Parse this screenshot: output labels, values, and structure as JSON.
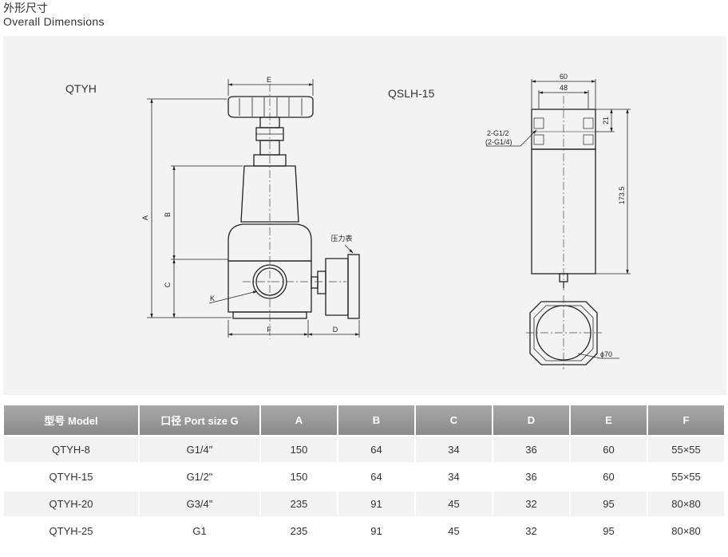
{
  "header": {
    "title_cn": "外形尺寸",
    "title_en": "Overall Dimensions"
  },
  "drawing": {
    "left_model": "QTYH",
    "right_model": "QSLH-15",
    "left_dims": {
      "A": "A",
      "B": "B",
      "C": "C",
      "D": "D",
      "E": "E",
      "F": "F",
      "K": "K",
      "gauge": "压力表"
    },
    "right_dims": {
      "width_outer": "60",
      "width_inner": "48",
      "top_height": "21",
      "height": "173.5",
      "port_line1": "2-G1/2",
      "port_line2": "(2-G1/4)",
      "diameter": "ϕ70"
    }
  },
  "table": {
    "headers": [
      "型号 Model",
      "口径 Port size G",
      "A",
      "B",
      "C",
      "D",
      "E",
      "F"
    ],
    "rows": [
      [
        "QTYH-8",
        "G1/4\"",
        "150",
        "64",
        "34",
        "36",
        "60",
        "55×55"
      ],
      [
        "QTYH-15",
        "G1/2\"",
        "150",
        "64",
        "34",
        "36",
        "60",
        "55×55"
      ],
      [
        "QTYH-20",
        "G3/4\"",
        "235",
        "91",
        "45",
        "32",
        "95",
        "80×80"
      ],
      [
        "QTYH-25",
        "G1",
        "235",
        "91",
        "45",
        "32",
        "95",
        "80×80"
      ]
    ]
  },
  "colors": {
    "panel_bg": "#f3f3f3",
    "header_bg": "#999999",
    "line": "#222222"
  }
}
